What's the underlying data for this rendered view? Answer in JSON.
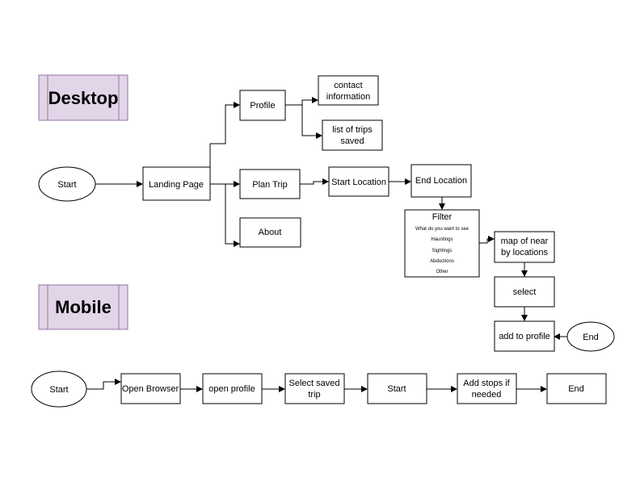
{
  "colors": {
    "banner_fill": "#e1d5e7",
    "banner_stroke": "#9673a6",
    "line": "#000000"
  },
  "desktop": {
    "title": "Desktop",
    "start": "Start",
    "landing_page": "Landing Page",
    "profile": "Profile",
    "plan_trip": "Plan Trip",
    "about": "About",
    "contact_information": [
      "contact",
      "information"
    ],
    "list_of_trips_saved": [
      "list of trips",
      "saved"
    ],
    "start_location": "Start Location",
    "end_location": "End Location",
    "filter": {
      "title": "Filter",
      "prompt": "What do you want to see",
      "options": [
        "Hauntings",
        "Sightings",
        "Abductions",
        "Other"
      ]
    },
    "map_of_near_by_locations": [
      "map of near",
      "by locations"
    ],
    "select": "select",
    "add_to_profile": "add to profile",
    "end": "End"
  },
  "mobile": {
    "title": "Mobile",
    "start": "Start",
    "open_browser": "Open Browser",
    "open_profile": "open profile",
    "select_saved_trip": [
      "Select saved",
      "trip"
    ],
    "start_step": "Start",
    "add_stops": [
      "Add stops if",
      "needed"
    ],
    "end": "End"
  }
}
